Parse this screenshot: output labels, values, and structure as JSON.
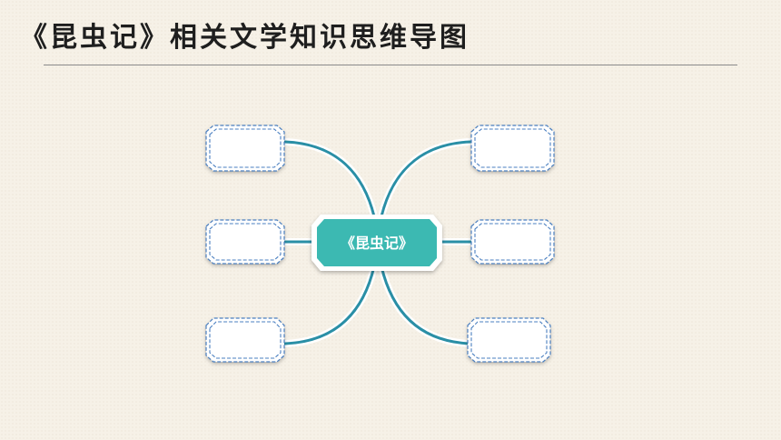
{
  "page": {
    "title": "《昆虫记》相关文学知识思维导图"
  },
  "mindmap": {
    "central_topic": "《昆虫记》",
    "branches": [
      {
        "position": "left-top",
        "text": ""
      },
      {
        "position": "left-middle",
        "text": ""
      },
      {
        "position": "left-bottom",
        "text": ""
      },
      {
        "position": "right-top",
        "text": ""
      },
      {
        "position": "right-middle",
        "text": ""
      },
      {
        "position": "right-bottom",
        "text": ""
      }
    ]
  },
  "colors": {
    "background": "#f6f1e7",
    "connector": "#2a8fa6",
    "center_fill": "#3cb9b2",
    "box_border": "#4a7fc0",
    "title_rule": "#8a8a8a"
  }
}
